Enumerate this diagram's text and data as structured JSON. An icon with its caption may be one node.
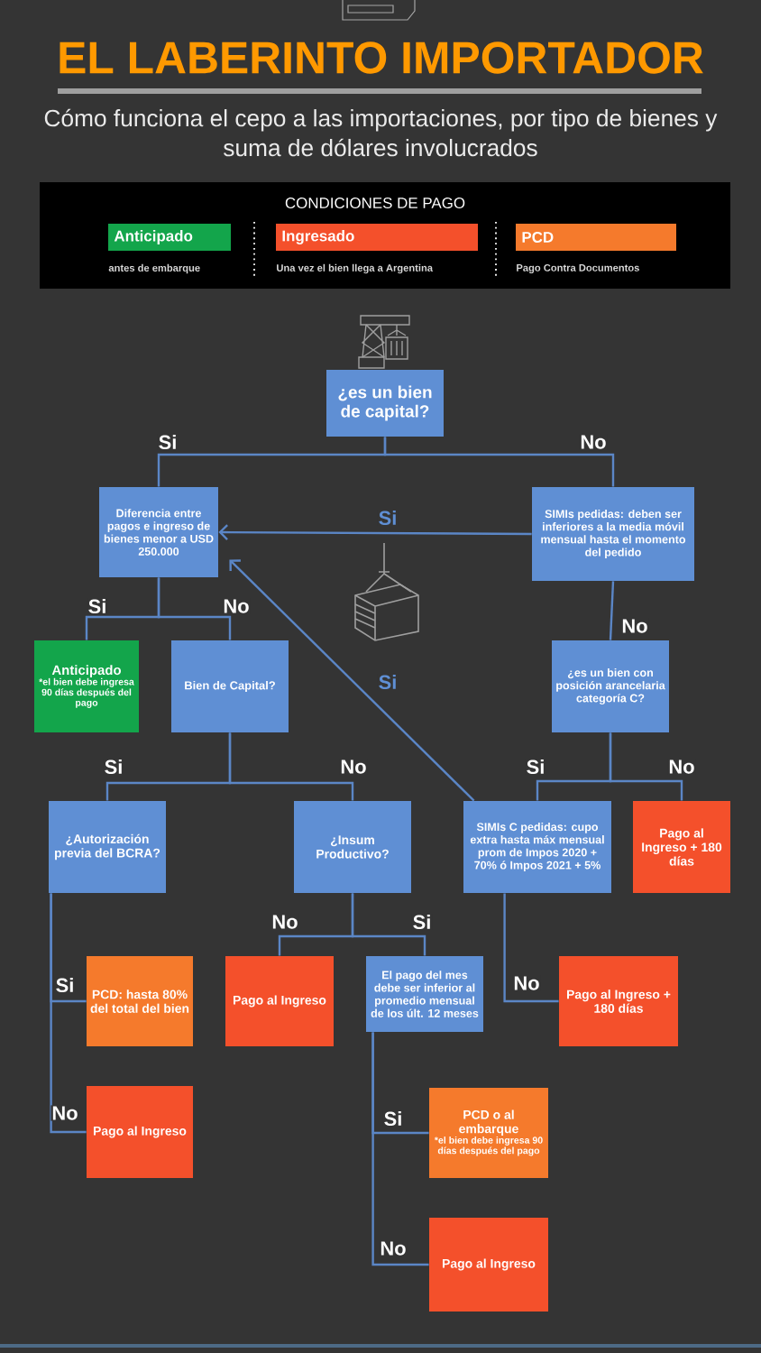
{
  "diagram": {
    "title": "EL LABERINTO IMPORTADOR",
    "nodes": [
      {
        "text": [
          "¿es un bien de capital?"
        ]
      },
      {
        "text": [
          "Diferencia entre pagos e ingreso de bienes menor a USD 250.000"
        ]
      },
      {
        "text": [
          "SIMIs pedidas: deben ser inferiores a la media móvil mensual hasta el momento del pedido"
        ]
      },
      {
        "text": [
          "Anticipado",
          "*el bien debe ingresa 90 días después del pago"
        ]
      },
      {
        "text": [
          "Bien de Capital?"
        ]
      },
      {
        "text": [
          "¿es un bien con posición arancelaria categoría C?"
        ]
      },
      {
        "text": [
          "¿Autorización previa del BCRA?"
        ]
      },
      {
        "text": [
          "¿Insum Productivo?"
        ]
      },
      {
        "text": [
          "SIMIs C pedidas: cupo extra hasta máx mensual prom de Impos 2020 + 70% ó Impos 2021 + 5%"
        ]
      },
      {
        "text": [
          "Pago al Ingreso + 180 días"
        ]
      },
      {
        "text": [
          "PCD: hasta 80% del total del bien"
        ]
      },
      {
        "text": [
          "Pago al Ingreso"
        ]
      },
      {
        "text": [
          "El pago del mes debe ser inferior al promedio mensual de los últ. 12 meses"
        ]
      },
      {
        "text": [
          "Pago al Ingreso + 180 días"
        ]
      },
      {
        "text": [
          "Pago al Ingreso"
        ]
      },
      {
        "text": [
          "PCD o al embarque",
          "*el bien debe ingresa 90 días después del pago"
        ]
      },
      {
        "text": [
          "Pago al Ingreso"
        ]
      }
    ],
    "edges": [
      {
        "from": 0,
        "to": 1,
        "arrow": "none",
        "label": "Si"
      },
      {
        "from": 0,
        "to": 2,
        "arrow": "none",
        "label": "No"
      },
      {
        "from": 2,
        "to": 1,
        "arrow": "to",
        "label": "Si"
      },
      {
        "from": 1,
        "to": 3,
        "arrow": "none",
        "label": "Si"
      },
      {
        "from": 1,
        "to": 4,
        "arrow": "none",
        "label": "No"
      },
      {
        "from": 2,
        "to": 5,
        "arrow": "none",
        "label": "No"
      },
      {
        "from": 8,
        "to": 1,
        "arrow": "to",
        "label": "Si"
      },
      {
        "from": 4,
        "to": 6,
        "arrow": "none",
        "label": "Si"
      },
      {
        "from": 4,
        "to": 7,
        "arrow": "none",
        "label": "No"
      },
      {
        "from": 5,
        "to": 8,
        "arrow": "none",
        "label": "Si"
      },
      {
        "from": 5,
        "to": 9,
        "arrow": "none",
        "label": "No"
      },
      {
        "from": 6,
        "to": 10,
        "arrow": "none",
        "label": "Si"
      },
      {
        "from": 6,
        "to": 14,
        "arrow": "none",
        "label": "No"
      },
      {
        "from": 7,
        "to": 11,
        "arrow": "none",
        "label": "No"
      },
      {
        "from": 7,
        "to": 12,
        "arrow": "none",
        "label": "Si"
      },
      {
        "from": 8,
        "to": 13,
        "arrow": "none",
        "label": "No"
      },
      {
        "from": 12,
        "to": 15,
        "arrow": "none",
        "label": "Si"
      },
      {
        "from": 12,
        "to": 16,
        "arrow": "none",
        "label": "No"
      }
    ],
    "labels": [
      "Cómo funciona el cepo a las importaciones, por tipo de bienes y suma de dólares involucrados",
      "CONDICIONES DE PAGO",
      "antes de embarque",
      "Una vez el bien llega a Argentina",
      "Pago Contra Documentos"
    ],
    "legend": [
      {
        "text": "Anticipado",
        "color": "#13a54b"
      },
      {
        "text": "Ingresado",
        "color": "#f4502b"
      },
      {
        "text": "PCD",
        "color": "#f57a2c"
      }
    ]
  }
}
